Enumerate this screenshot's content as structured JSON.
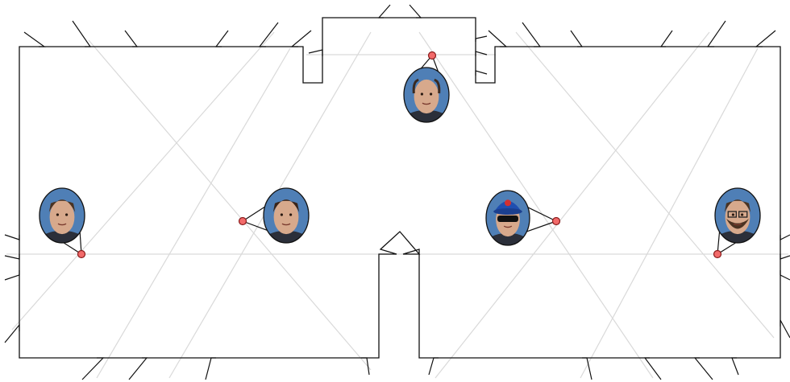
{
  "colors": {
    "background": "#ffffff",
    "outline": "#111111",
    "guide_lines": "#d9d9d9",
    "camera_marker_fill": "#f26a6a",
    "camera_marker_stroke": "#8a1c1c",
    "portrait_sky": "#4f7fb6",
    "portrait_skin": "#d7a98c"
  },
  "diagram": {
    "cameras": [
      {
        "id": "top-center",
        "portrait": "person-bald-portrait"
      },
      {
        "id": "left",
        "portrait": "person-short-hair-portrait"
      },
      {
        "id": "center-left",
        "portrait": "person-curly-hair-portrait"
      },
      {
        "id": "center-right",
        "portrait": "person-cap-sunglasses-portrait"
      },
      {
        "id": "right",
        "portrait": "person-glasses-beard-portrait"
      }
    ]
  }
}
